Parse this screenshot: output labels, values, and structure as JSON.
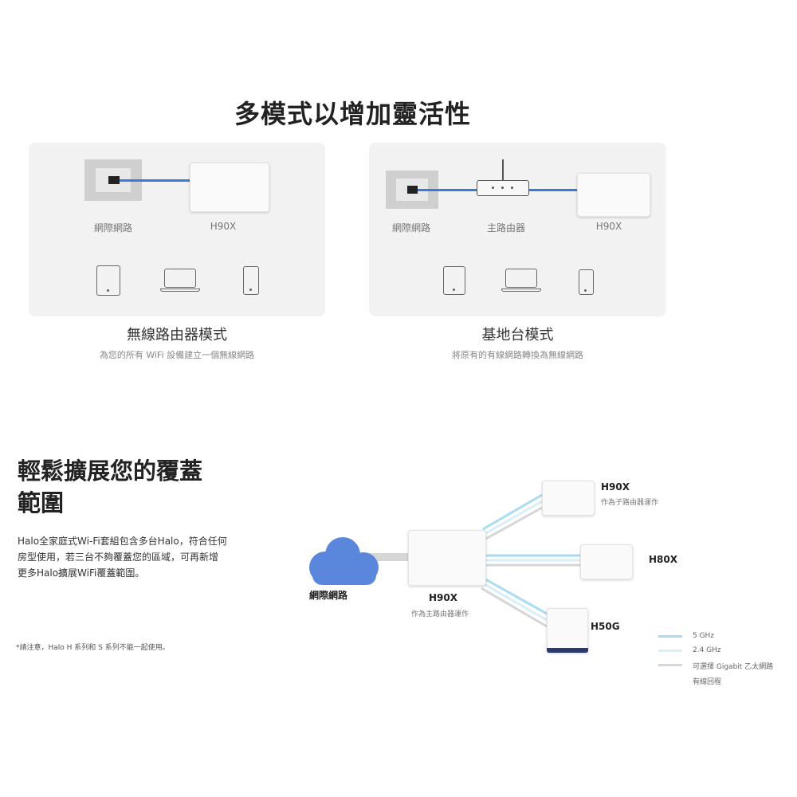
{
  "section1": {
    "title": "多模式以增加靈活性",
    "router_mode": {
      "labels": {
        "internet": "網際網路",
        "device": "H90X"
      },
      "title": "無線路由器模式",
      "subtitle": "為您的所有 WiFi 設備建立一個無線網路"
    },
    "ap_mode": {
      "labels": {
        "internet": "網際網路",
        "router": "主路由器",
        "device": "H90X"
      },
      "title": "基地台模式",
      "subtitle": "將原有的有線網路轉換為無線網路"
    }
  },
  "section2": {
    "heading_line1": "輕鬆擴展您的覆蓋",
    "heading_line2": "範圍",
    "paragraph": [
      "Halo全家庭式Wi-Fi套組包含多台Halo，符合任何",
      "房型使用，若三台不夠覆蓋您的區域，可再新增",
      "更多Halo擴展WiFi覆蓋範圍。"
    ],
    "note": "*請注意，Halo H 系列和 S 系列不能一起使用。",
    "diagram": {
      "internet": "網際網路",
      "main": {
        "name": "H90X",
        "desc": "作為主路由器運作"
      },
      "sat1": {
        "name": "H90X",
        "desc": "作為子路由器運作"
      },
      "sat2": {
        "name": "H80X"
      },
      "sat3": {
        "name": "H50G"
      }
    },
    "legend": {
      "ghz5": "5 GHz",
      "ghz24": "2.4 GHz",
      "wired_line1": "可選擇 Gigabit 乙太網路",
      "wired_line2": "有線回程"
    },
    "colors": {
      "ghz5": "#a9dcf3",
      "ghz24": "#d9eef9",
      "wired": "#d6d6d6",
      "cloud": "#5a87dc"
    }
  }
}
